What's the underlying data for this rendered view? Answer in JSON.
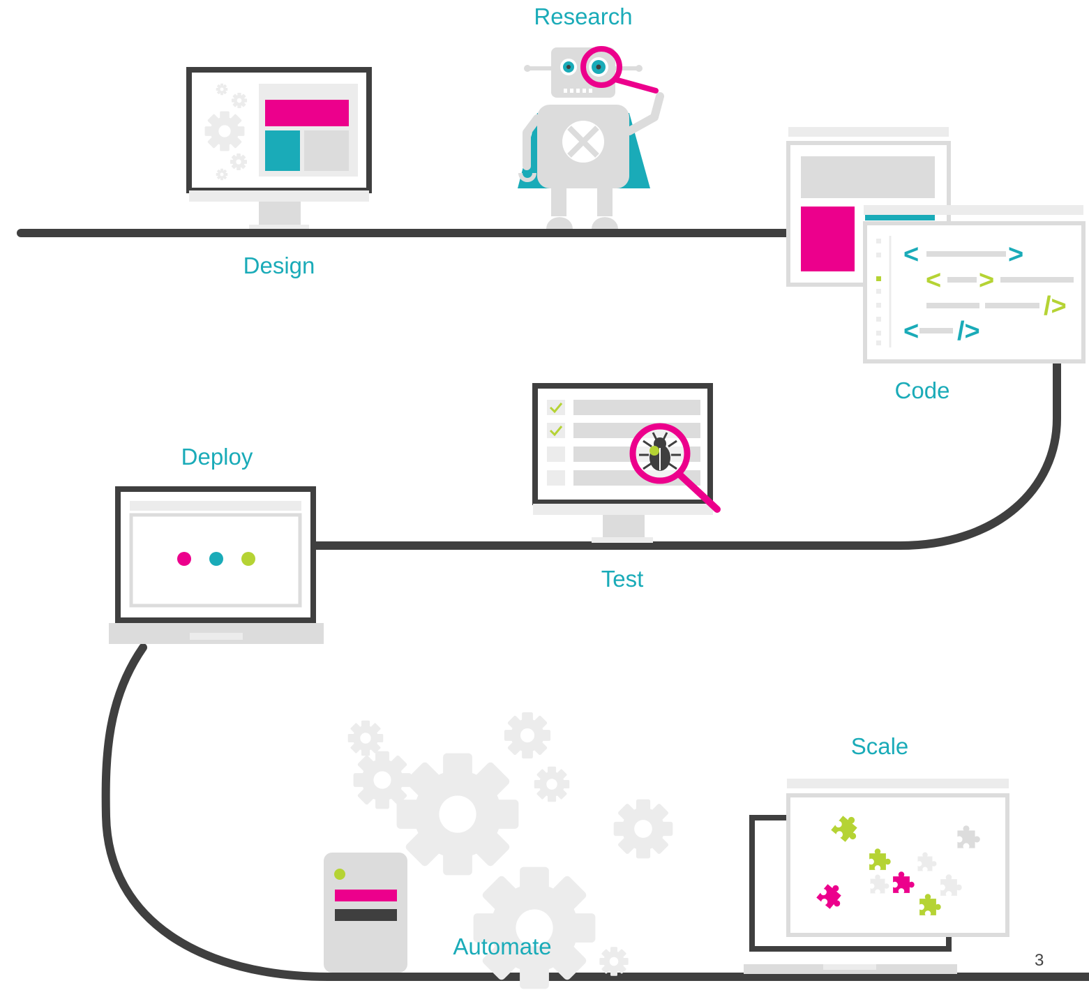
{
  "colors": {
    "teal": "#1aabb8",
    "magenta": "#ec008c",
    "lime": "#b5d334",
    "dark": "#3f3f3f",
    "gray": "#dcdcdc",
    "light_gray": "#ececec"
  },
  "steps": [
    {
      "id": "research",
      "label": "Research",
      "icon": "robot-icon"
    },
    {
      "id": "design",
      "label": "Design",
      "icon": "desktop-monitor-icon"
    },
    {
      "id": "code",
      "label": "Code",
      "icon": "code-window-icon"
    },
    {
      "id": "test",
      "label": "Test",
      "icon": "bug-magnifier-icon"
    },
    {
      "id": "deploy",
      "label": "Deploy",
      "icon": "laptop-icon"
    },
    {
      "id": "automate",
      "label": "Automate",
      "icon": "gears-server-icon"
    },
    {
      "id": "scale",
      "label": "Scale",
      "icon": "puzzle-window-icon"
    }
  ],
  "code_symbols": {
    "open": "<",
    "close": ">",
    "self_close": "/>"
  },
  "page_number": "3"
}
